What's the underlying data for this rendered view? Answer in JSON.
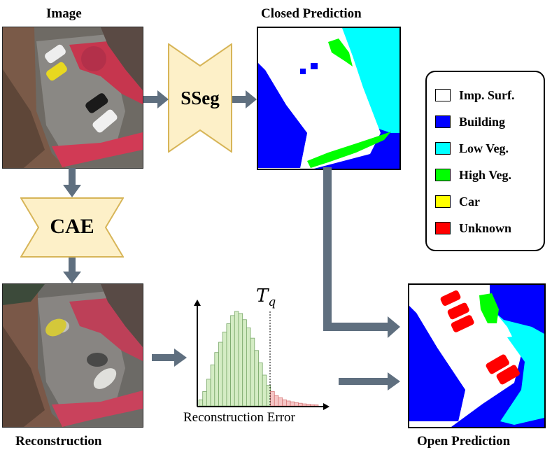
{
  "titles": {
    "image": "Image",
    "closed_prediction": "Closed Prediction",
    "reconstruction": "Reconstruction",
    "open_prediction": "Open Prediction"
  },
  "modules": {
    "sseg": "SSeg",
    "cae": "CAE"
  },
  "legend": {
    "items": [
      {
        "label": "Imp. Surf.",
        "color": "#ffffff"
      },
      {
        "label": "Building",
        "color": "#0000ff"
      },
      {
        "label": "Low Veg.",
        "color": "#00ffff"
      },
      {
        "label": "High Veg.",
        "color": "#00ff00"
      },
      {
        "label": "Car",
        "color": "#ffff00"
      },
      {
        "label": "Unknown",
        "color": "#ff0000"
      }
    ]
  },
  "histogram": {
    "xlabel": "Reconstruction Error",
    "threshold_symbol": "T",
    "threshold_subscript": "q",
    "inlier_color": "#d4ecc4",
    "inlier_edge": "#7aa86a",
    "outlier_color": "#f6c6c6",
    "outlier_edge": "#d77a7a",
    "inlier_bins": [
      3,
      7,
      13,
      20,
      26,
      31,
      36,
      40,
      44,
      46,
      45,
      42,
      38,
      33,
      27,
      21,
      15,
      10
    ],
    "outlier_bins": [
      7,
      5,
      4,
      3,
      2.4,
      2,
      1.6,
      1.3,
      1,
      0.8,
      0.6,
      0.5
    ]
  },
  "colors": {
    "arrow": "#5f6f7f",
    "bowtie_fill": "#fdf0c8",
    "bowtie_edge": "#d7b558",
    "building": "#0000ff",
    "low_veg": "#00ffff",
    "high_veg": "#00ff00",
    "unknown": "#ff0000"
  }
}
